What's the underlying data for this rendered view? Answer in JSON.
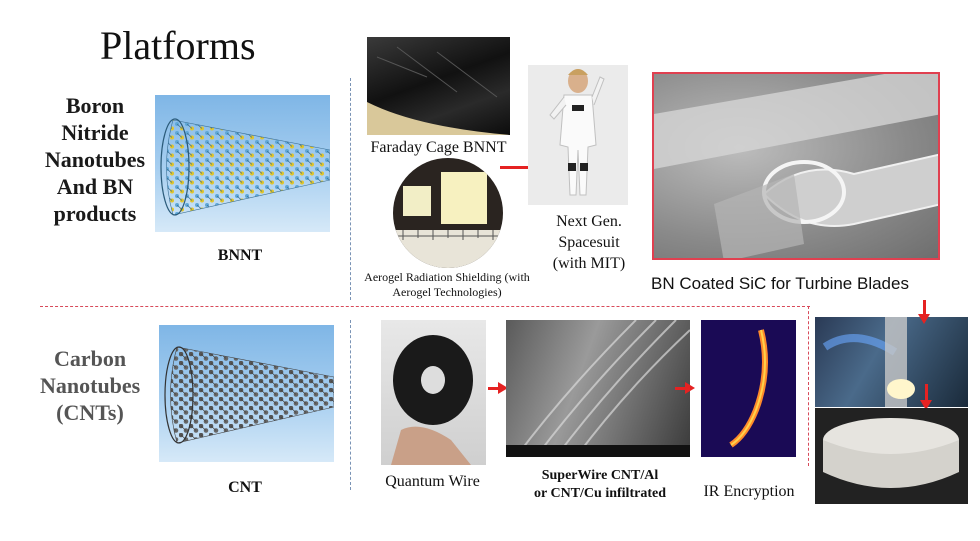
{
  "title": "Platforms",
  "bnnt": {
    "label": "Boron Nitride Nanotubes And BN products",
    "caption": "BNNT",
    "faraday_caption": "Faraday Cage BNNT",
    "aerogel_caption": "Aerogel Radiation Shielding (with Aerogel Technologies)",
    "spacesuit_caption": "Next Gen. Spacesuit (with MIT)",
    "turbine_caption": "BN Coated SiC for Turbine Blades"
  },
  "cnt": {
    "label": "Carbon Nanotubes (CNTs)",
    "caption": "CNT",
    "quantum_caption": "Quantum Wire",
    "superwire_caption_line1": "SuperWire CNT/Al",
    "superwire_caption_line2": "or CNT/Cu infiltrated",
    "ir_caption": "IR Encryption"
  },
  "colors": {
    "arrow": "#e52222",
    "divider_h": "#d84a5a",
    "divider_v": "#7a93b5"
  }
}
